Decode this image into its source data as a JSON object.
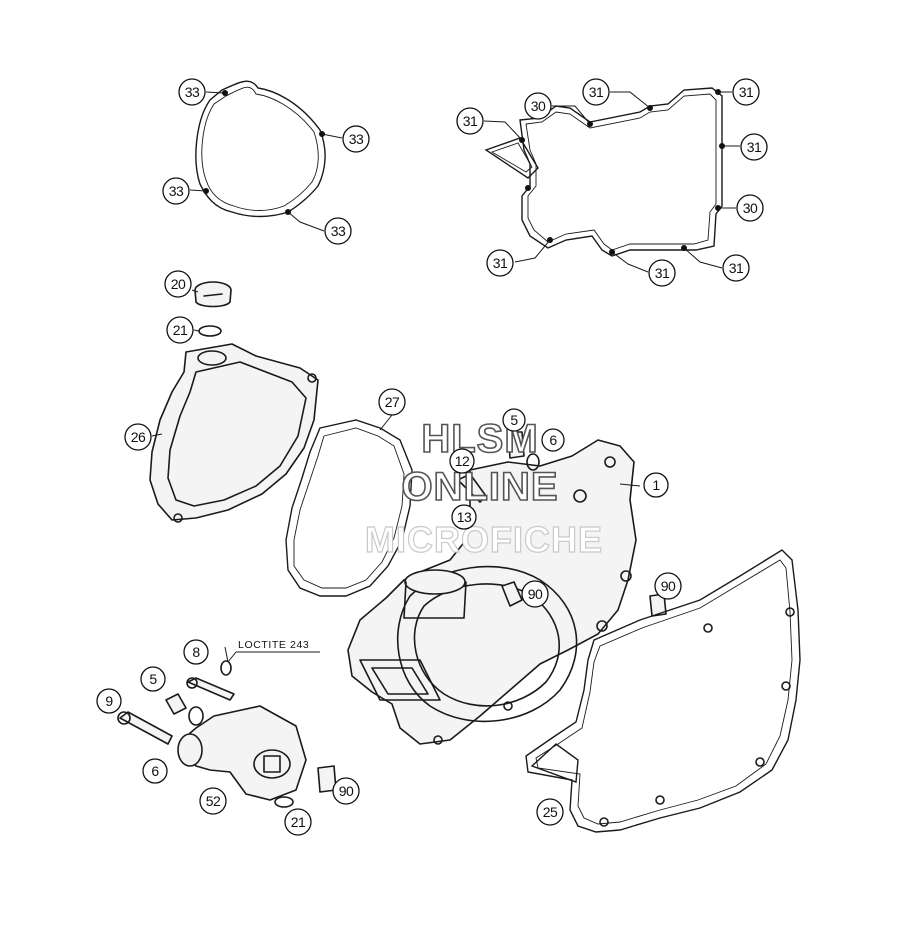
{
  "diagram": {
    "callouts": [
      {
        "id": "c33a",
        "label": "33"
      },
      {
        "id": "c33b",
        "label": "33"
      },
      {
        "id": "c33c",
        "label": "33"
      },
      {
        "id": "c33d",
        "label": "33"
      },
      {
        "id": "c31a",
        "label": "31"
      },
      {
        "id": "c30a",
        "label": "30"
      },
      {
        "id": "c31b",
        "label": "31"
      },
      {
        "id": "c31c",
        "label": "31"
      },
      {
        "id": "c31d",
        "label": "31"
      },
      {
        "id": "c30b",
        "label": "30"
      },
      {
        "id": "c31e",
        "label": "31"
      },
      {
        "id": "c31f",
        "label": "31"
      },
      {
        "id": "c31g",
        "label": "31"
      },
      {
        "id": "c20",
        "label": "20"
      },
      {
        "id": "c21a",
        "label": "21"
      },
      {
        "id": "c26",
        "label": "26"
      },
      {
        "id": "c27",
        "label": "27"
      },
      {
        "id": "c5a",
        "label": "5"
      },
      {
        "id": "c6a",
        "label": "6"
      },
      {
        "id": "c12",
        "label": "12"
      },
      {
        "id": "c13",
        "label": "13"
      },
      {
        "id": "c1",
        "label": "1"
      },
      {
        "id": "c90a",
        "label": "90"
      },
      {
        "id": "c90b",
        "label": "90"
      },
      {
        "id": "c8",
        "label": "8"
      },
      {
        "id": "c5b",
        "label": "5"
      },
      {
        "id": "c9",
        "label": "9"
      },
      {
        "id": "c6b",
        "label": "6"
      },
      {
        "id": "c52",
        "label": "52"
      },
      {
        "id": "c21b",
        "label": "21"
      },
      {
        "id": "c90c",
        "label": "90"
      },
      {
        "id": "c25",
        "label": "25"
      }
    ],
    "note": "LOCTITE 243",
    "watermark": {
      "line1": "HLSM",
      "line2": "ONLINE",
      "line3": "MICROFICHE"
    }
  }
}
